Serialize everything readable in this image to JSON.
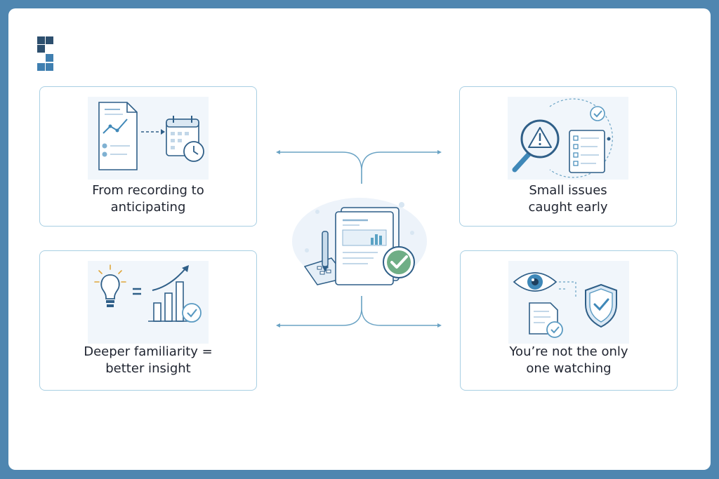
{
  "cards": [
    {
      "label": "From recording to\nanticipating",
      "icon": "chart-document-calendar-icon"
    },
    {
      "label": "Small issues\ncaught early",
      "icon": "magnifier-warning-checklist-icon"
    },
    {
      "label": "Deeper familiarity =\nbetter insight",
      "icon": "lightbulb-growth-chart-icon"
    },
    {
      "label": "You’re not the only\none watching",
      "icon": "eye-document-shield-icon"
    }
  ],
  "center_icon": "report-calculator-checkmark-icon",
  "logo_icon": "brand-logo-icon",
  "colors": {
    "frame": "#4f86b0",
    "card_border": "#a8cfe3",
    "connector": "#6aa3c4",
    "icon_stroke": "#2f5f88",
    "accent_green": "#5aa27a"
  }
}
